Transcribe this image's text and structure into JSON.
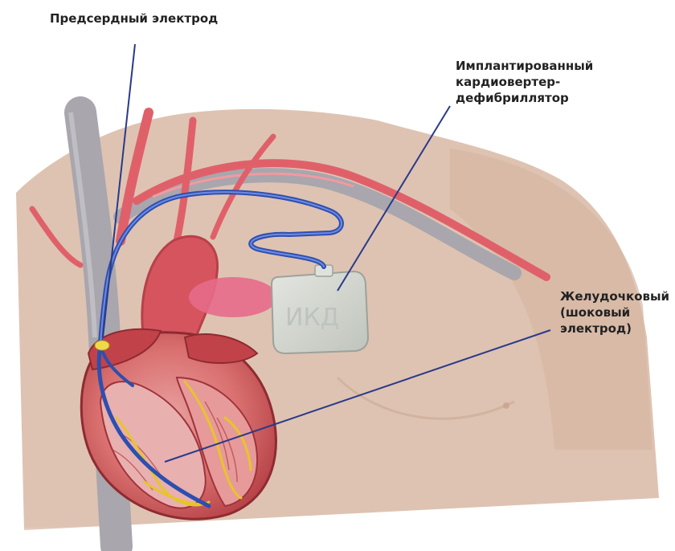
{
  "labels": {
    "atrial_lead": "Предсердный электрод",
    "icd": [
      "Имплантированный",
      "кардиовертер-",
      "дефибриллятор"
    ],
    "ventricular_lead": [
      "Желудочковый",
      "(шоковый",
      "электрод)"
    ]
  },
  "device": {
    "text": "ИКД"
  },
  "colors": {
    "skin": "#dfc3b3",
    "vessel_red": "#e0606a",
    "vein_gray": "#a9a6ad",
    "lead_blue": "#2d4fb0",
    "heart_red": "#c73a42",
    "conduction_yellow": "#e8c42b",
    "device_body": "#d2d6cf",
    "leader_line": "#2a3a8a"
  }
}
